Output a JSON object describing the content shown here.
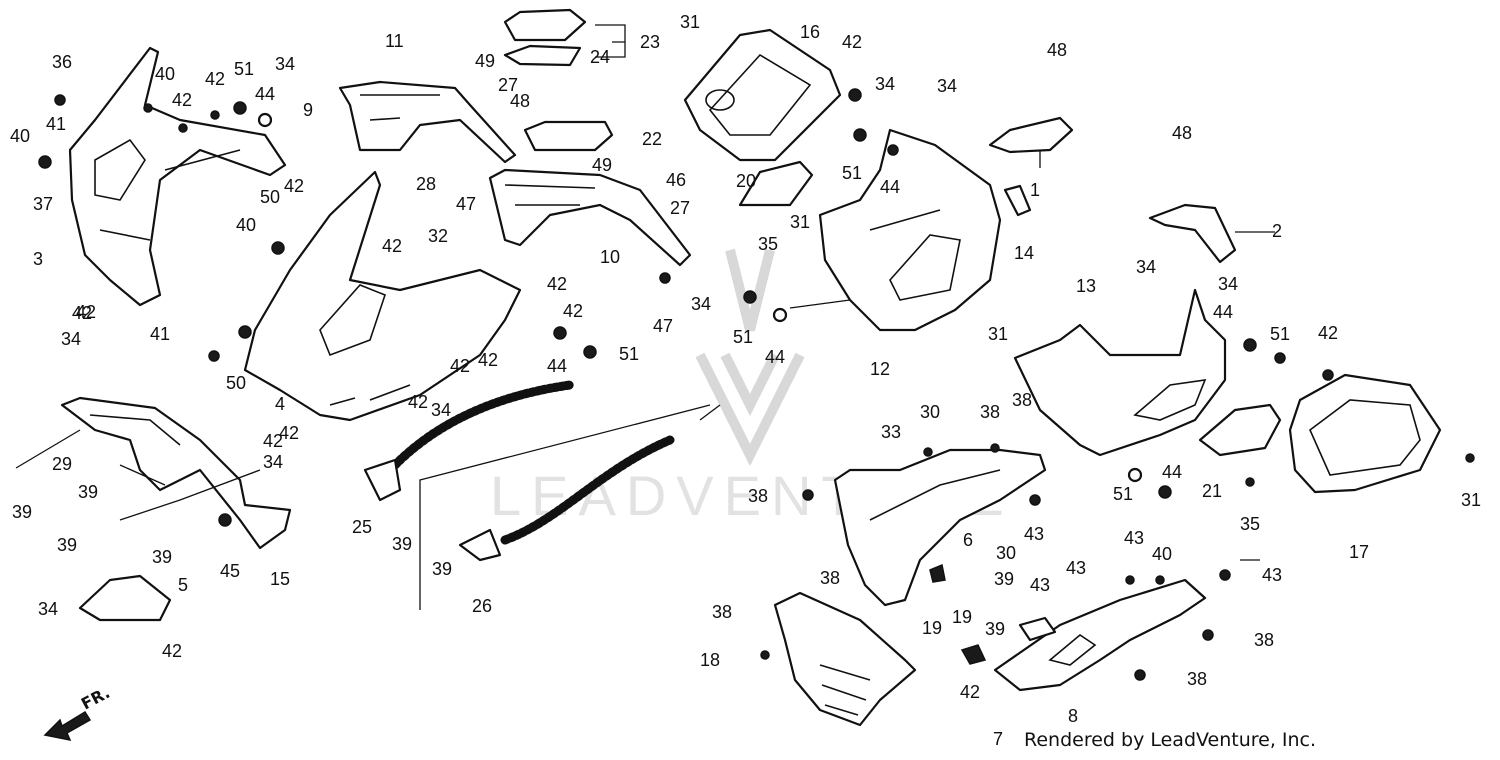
{
  "diagram": {
    "watermark": "LEADVENTURE",
    "credit": "Rendered by LeadVenture, Inc.",
    "front_indicator": "FR.",
    "callouts": [
      "36",
      "40",
      "42",
      "51",
      "44",
      "42",
      "41",
      "40",
      "37",
      "3",
      "42",
      "34",
      "41",
      "34",
      "11",
      "23",
      "24",
      "49",
      "27",
      "48",
      "9",
      "28",
      "47",
      "22",
      "49",
      "46",
      "27",
      "10",
      "47",
      "34",
      "31",
      "16",
      "42",
      "34",
      "34",
      "48",
      "20",
      "51",
      "44",
      "1",
      "14",
      "42",
      "50",
      "40",
      "50",
      "42",
      "32",
      "42",
      "42",
      "42",
      "42",
      "42",
      "44",
      "51",
      "42",
      "42",
      "4",
      "34",
      "42",
      "34",
      "35",
      "31",
      "51",
      "44",
      "12",
      "48",
      "2",
      "34",
      "34",
      "44",
      "51",
      "13",
      "31",
      "42",
      "21",
      "44",
      "51",
      "35",
      "17",
      "31",
      "15",
      "29",
      "39",
      "39",
      "39",
      "39",
      "45",
      "25",
      "39",
      "39",
      "26",
      "30",
      "38",
      "33",
      "38",
      "38",
      "6",
      "30",
      "43",
      "43",
      "43",
      "39",
      "43",
      "19",
      "19",
      "39",
      "40",
      "43",
      "38",
      "38",
      "38",
      "18",
      "38",
      "42",
      "8",
      "7",
      "34",
      "5",
      "42",
      "34"
    ]
  }
}
